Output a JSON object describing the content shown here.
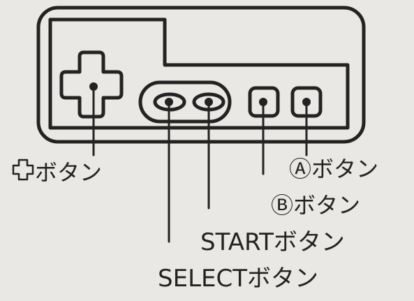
{
  "labels": {
    "dpad": "ボタン",
    "a_button": "Ⓐボタン",
    "b_button": "Ⓑボタン",
    "start": "STARTボタン",
    "select": "SELECTボタン"
  },
  "icons": {
    "dpad_label_glyph": "cross-outline-icon"
  },
  "colors": {
    "background": "#e9e8e4",
    "ink": "#232323"
  }
}
